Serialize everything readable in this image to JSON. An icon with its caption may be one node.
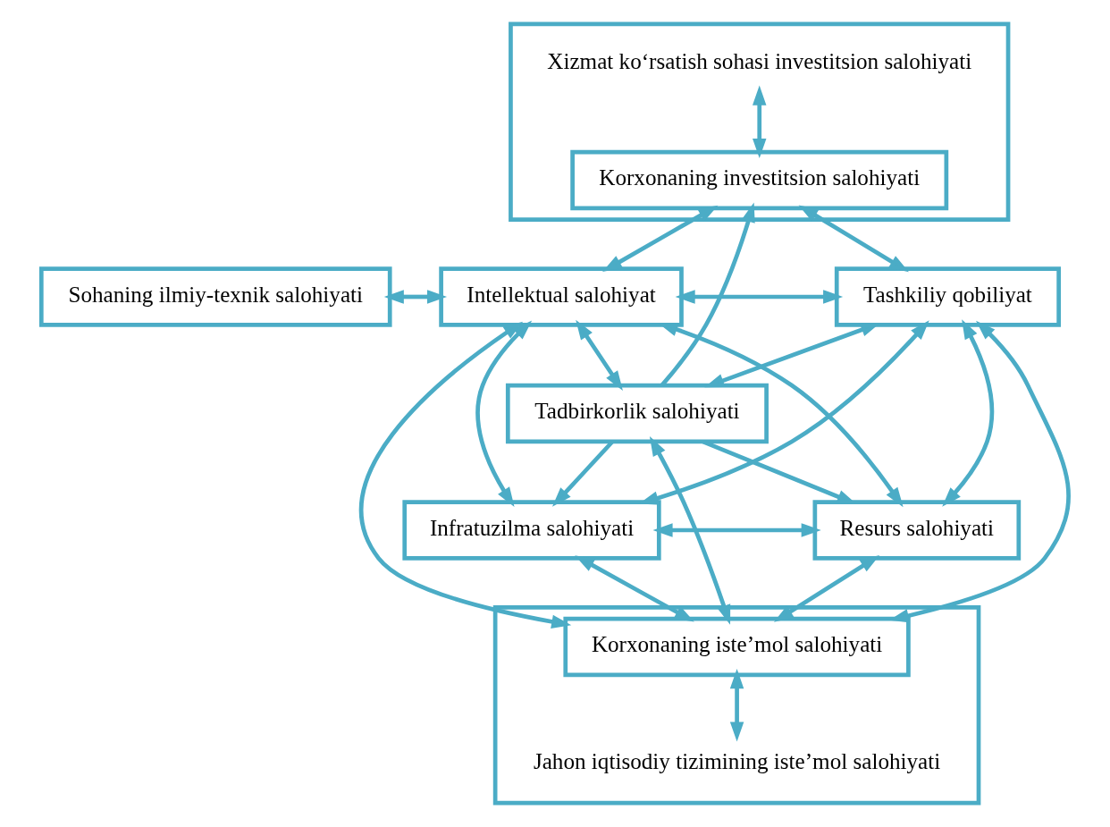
{
  "diagram": {
    "nodes": [
      {
        "text": [
          "Xizmat ko‘rsatish sohasi investitsion salohiyati"
        ]
      },
      {
        "text": [
          "Korxonaning investitsion salohiyati"
        ],
        "in": 0
      },
      {
        "text": [
          "Sohaning ilmiy-texnik salohiyati"
        ]
      },
      {
        "text": [
          "Intellektual salohiyat"
        ]
      },
      {
        "text": [
          "Tashkiliy qobiliyat"
        ]
      },
      {
        "text": [
          "Infratuzilma salohiyati"
        ]
      },
      {
        "text": [
          "Resurs salohiyati"
        ]
      },
      {
        "text": [
          "Tadbirkorlik salohiyati"
        ]
      },
      {
        "text": [
          "Jahon iqtisodiy tizimining iste’mol salohiyati"
        ]
      },
      {
        "text": [
          "Korxonaning iste’mol salohiyati"
        ],
        "in": 8
      }
    ],
    "edges": [
      {
        "from": 0,
        "to": 1,
        "arrow": "both"
      },
      {
        "from": 1,
        "to": 3,
        "arrow": "both"
      },
      {
        "from": 1,
        "to": 4,
        "arrow": "both"
      },
      {
        "from": 2,
        "to": 3,
        "arrow": "both"
      },
      {
        "from": 3,
        "to": 4,
        "arrow": "both"
      },
      {
        "from": 3,
        "to": 6,
        "arrow": "both"
      },
      {
        "from": 5,
        "to": 4,
        "arrow": "both"
      },
      {
        "from": 5,
        "to": 6,
        "arrow": "both"
      },
      {
        "from": 3,
        "to": 5,
        "arrow": "both"
      },
      {
        "from": 3,
        "to": 7,
        "arrow": "both"
      },
      {
        "from": 7,
        "to": 1,
        "arrow": "to"
      },
      {
        "from": 7,
        "to": 5,
        "arrow": "to"
      },
      {
        "from": 4,
        "to": 7,
        "arrow": "both"
      },
      {
        "from": 7,
        "to": 6,
        "arrow": "to"
      },
      {
        "from": 4,
        "to": 6,
        "arrow": "both"
      },
      {
        "from": 7,
        "to": 9,
        "arrow": "both"
      },
      {
        "from": 9,
        "to": 8,
        "arrow": "both"
      },
      {
        "from": 5,
        "to": 9,
        "arrow": "both"
      },
      {
        "from": 3,
        "to": 9,
        "arrow": "both"
      },
      {
        "from": 6,
        "to": 9,
        "arrow": "both"
      },
      {
        "from": 4,
        "to": 9,
        "arrow": "both"
      }
    ]
  }
}
